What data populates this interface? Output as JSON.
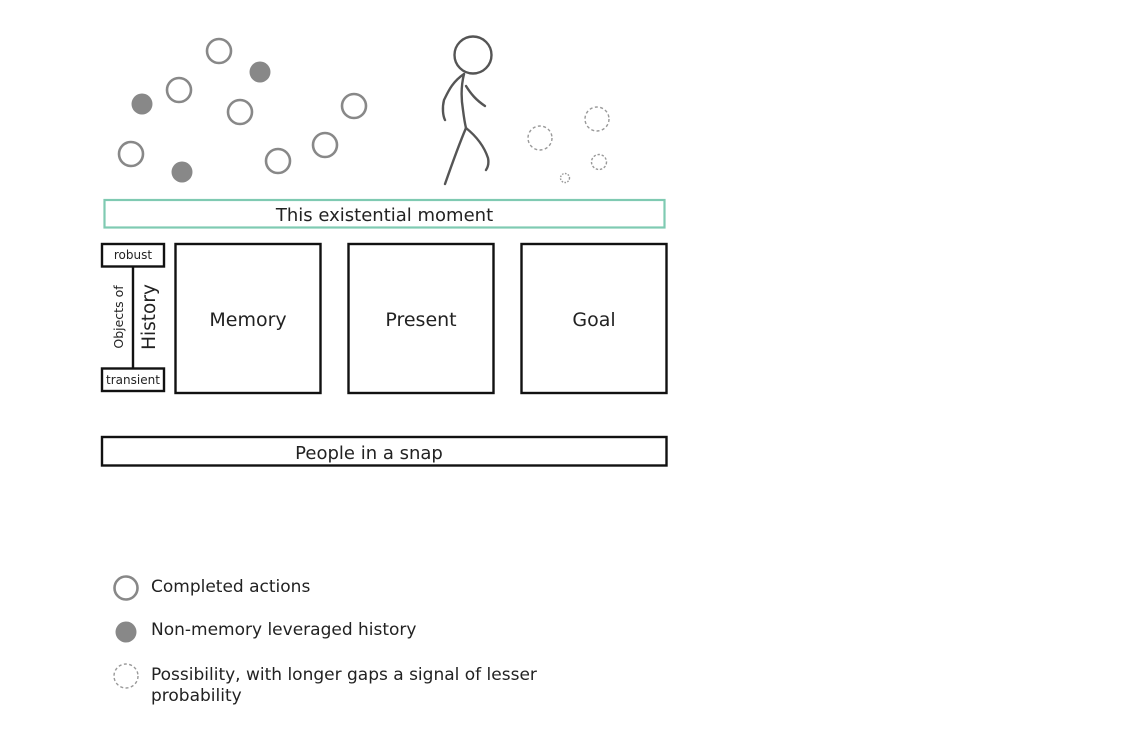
{
  "colors": {
    "moment_border": "#7fcab2",
    "box_stroke": "#111111",
    "circle_gray": "#888888",
    "dashed_gray": "#999999",
    "text": "#222222"
  },
  "moment_bar": {
    "label": "This existential moment"
  },
  "history": {
    "robust_label": "robust",
    "transient_label": "transient",
    "objects_of_label": "Objects of",
    "history_label": "History"
  },
  "boxes": {
    "memory": "Memory",
    "present": "Present",
    "goal": "Goal"
  },
  "people_bar": {
    "label": "People in a snap"
  },
  "legend": {
    "completed": "Completed actions",
    "non_memory": "Non-memory leveraged history",
    "possibility_line1": "Possibility, with longer gaps a signal of lesser",
    "possibility_line2": "probability"
  },
  "icons": {
    "walking_figure": "stick-figure-walking-icon",
    "completed": "outline-circle-icon",
    "non_memory": "filled-circle-icon",
    "possibility": "dashed-circle-icon"
  }
}
